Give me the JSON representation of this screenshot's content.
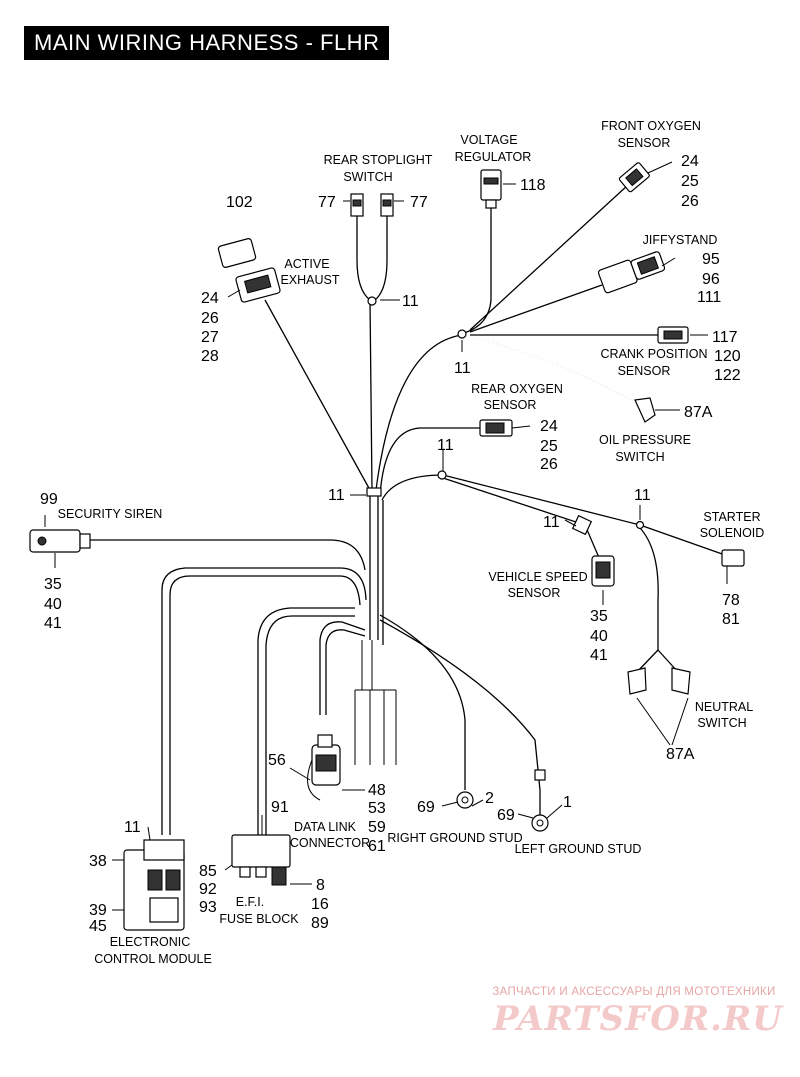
{
  "title": "MAIN WIRING HARNESS - FLHR",
  "watermark": {
    "line1": "ЗАПЧАСТИ И АКСЕССУАРЫ ДЛЯ МОТОТЕХНИКИ",
    "line2": "PARTSFOR.RU"
  },
  "components": {
    "rear_stoplight_switch": {
      "label1": "REAR STOPLIGHT",
      "label2": "SWITCH",
      "ref_left": "77",
      "ref_right": "77"
    },
    "voltage_regulator": {
      "label1": "VOLTAGE",
      "label2": "REGULATOR",
      "ref": "118"
    },
    "front_oxygen_sensor": {
      "label1": "FRONT OXYGEN",
      "label2": "SENSOR",
      "refs": [
        "24",
        "25",
        "26"
      ]
    },
    "jiffystand": {
      "label": "JIFFYSTAND",
      "refs": [
        "95",
        "96",
        "111"
      ]
    },
    "crank_position_sensor": {
      "label1": "CRANK POSITION",
      "label2": "SENSOR",
      "refs": [
        "117",
        "120",
        "122"
      ]
    },
    "oil_pressure_switch": {
      "label1": "OIL PRESSURE",
      "label2": "SWITCH",
      "ref": "87A"
    },
    "active_exhaust": {
      "label1": "ACTIVE",
      "label2": "EXHAUST",
      "ref_cap": "102",
      "refs": [
        "24",
        "26",
        "27",
        "28"
      ]
    },
    "rear_oxygen_sensor": {
      "label1": "REAR OXYGEN",
      "label2": "SENSOR",
      "refs": [
        "24",
        "25",
        "26"
      ]
    },
    "security_siren": {
      "label": "SECURITY SIREN",
      "ref_top": "99",
      "refs": [
        "35",
        "40",
        "41"
      ]
    },
    "starter_solenoid": {
      "label1": "STARTER",
      "label2": "SOLENOID",
      "refs": [
        "78",
        "81"
      ]
    },
    "vehicle_speed_sensor": {
      "label1": "VEHICLE SPEED",
      "label2": "SENSOR",
      "refs": [
        "35",
        "40",
        "41"
      ]
    },
    "neutral_switch": {
      "label1": "NEUTRAL",
      "label2": "SWITCH",
      "ref": "87A"
    },
    "right_ground_stud": {
      "label": "RIGHT GROUND STUD",
      "refs": [
        "69",
        "2"
      ]
    },
    "left_ground_stud": {
      "label": "LEFT GROUND STUD",
      "refs": [
        "69",
        "1"
      ]
    },
    "data_link_connector": {
      "label1": "DATA LINK",
      "label2": "CONNECTOR",
      "ref_cap": "56",
      "refs": [
        "48",
        "53",
        "59",
        "61"
      ]
    },
    "efi_fuse_block": {
      "label1": "E.F.I.",
      "label2": "FUSE BLOCK",
      "ref_top": "91",
      "refs_left": [
        "85",
        "92",
        "93"
      ],
      "refs_right": [
        "8",
        "16",
        "89"
      ]
    },
    "ecm": {
      "label1": "ELECTRONIC",
      "label2": "CONTROL MODULE",
      "ref_top": "11",
      "ref_a": "38",
      "refs_b": [
        "39",
        "45"
      ]
    }
  },
  "clip_ref": "11"
}
